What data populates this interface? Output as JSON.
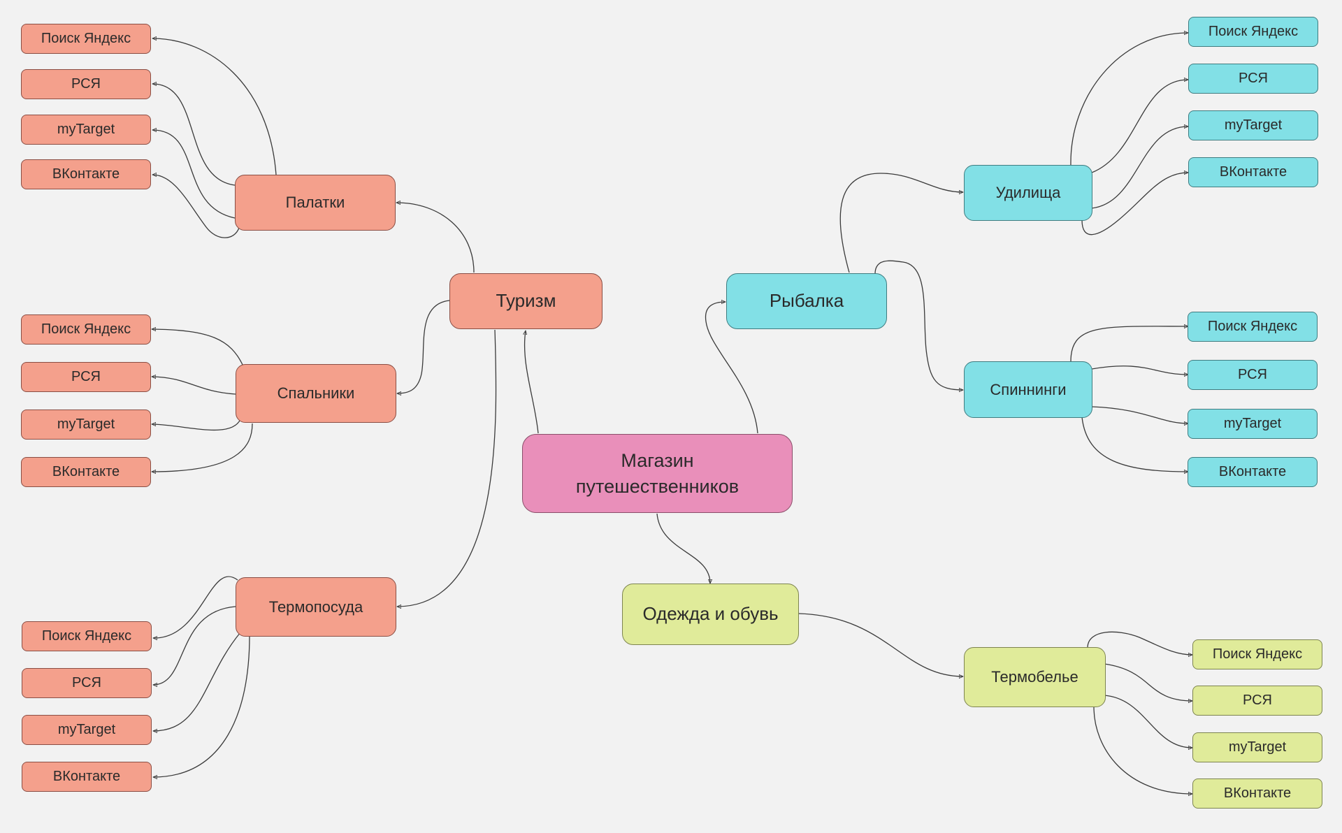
{
  "root": {
    "label": "Магазин\nпутешественников",
    "color": "#e98fba"
  },
  "branches": {
    "tourism": {
      "label": "Туризм",
      "color": "#f4a08c",
      "tents": {
        "label": "Палатки",
        "leaves": [
          "Поиск Яндекс",
          "РСЯ",
          "myTarget",
          "ВКонтакте"
        ]
      },
      "sleeping": {
        "label": "Спальники",
        "leaves": [
          "Поиск Яндекс",
          "РСЯ",
          "myTarget",
          "ВКонтакте"
        ]
      },
      "thermos": {
        "label": "Термопосуда",
        "leaves": [
          "Поиск Яндекс",
          "РСЯ",
          "myTarget",
          "ВКонтакте"
        ]
      }
    },
    "fishing": {
      "label": "Рыбалка",
      "color": "#82e0e6",
      "rods": {
        "label": "Удилища",
        "leaves": [
          "Поиск Яндекс",
          "РСЯ",
          "myTarget",
          "ВКонтакте"
        ]
      },
      "spinning": {
        "label": "Спиннинги",
        "leaves": [
          "Поиск Яндекс",
          "РСЯ",
          "myTarget",
          "ВКонтакте"
        ]
      }
    },
    "clothing": {
      "label": "Одежда и обувь",
      "color": "#e0eb9a",
      "thermal": {
        "label": "Термобелье",
        "leaves": [
          "Поиск Яндекс",
          "РСЯ",
          "myTarget",
          "ВКонтакте"
        ]
      }
    }
  }
}
